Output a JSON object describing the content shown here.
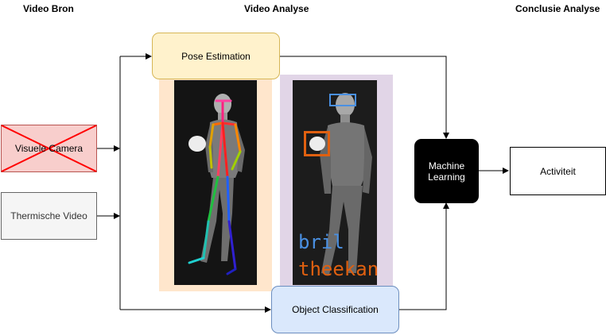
{
  "headers": {
    "source": "Video Bron",
    "analysis": "Video Analyse",
    "conclusion": "Conclusie Analyse"
  },
  "nodes": {
    "visual_camera": "Visuele Camera",
    "thermal_video": "Thermische Video",
    "pose_estimation": "Pose Estimation",
    "object_classification": "Object Classification",
    "machine_learning": "Machine\nLearning",
    "activity": "Activiteit"
  },
  "detections": {
    "glasses": "bril",
    "teapot": "theekan"
  },
  "colors": {
    "pose_fill": "#fff2cc",
    "pose_border": "#d6b656",
    "object_fill": "#dae8fc",
    "object_border": "#6c8ebf",
    "camera_fill": "#f8cecc",
    "camera_border": "#b85450",
    "cross": "#ff0000",
    "thermal_fill": "#f5f5f5",
    "thermal_border": "#666666",
    "ml_fill": "#000000",
    "pose_panel_bg": "#ffe6cc",
    "object_panel_bg": "#e1d5e7",
    "glasses_color": "#4a90e2",
    "teapot_color": "#e06010"
  }
}
